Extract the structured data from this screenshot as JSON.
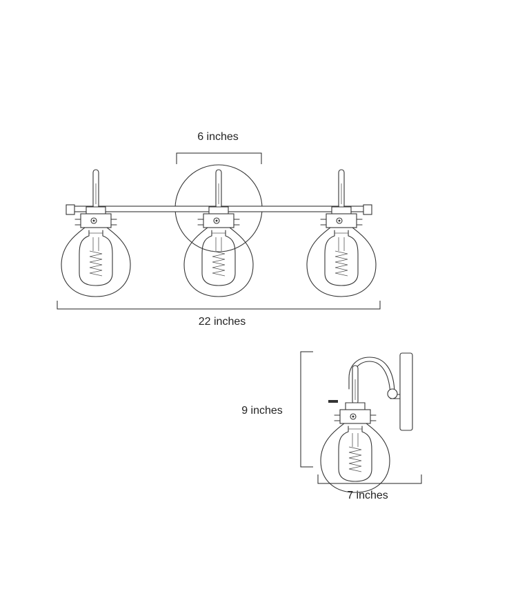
{
  "dimensions": {
    "backplate_width": "6 inches",
    "overall_width": "22 inches",
    "height": "9 inches",
    "depth": "7 inches"
  },
  "colors": {
    "line": "#333333",
    "background": "#ffffff"
  }
}
